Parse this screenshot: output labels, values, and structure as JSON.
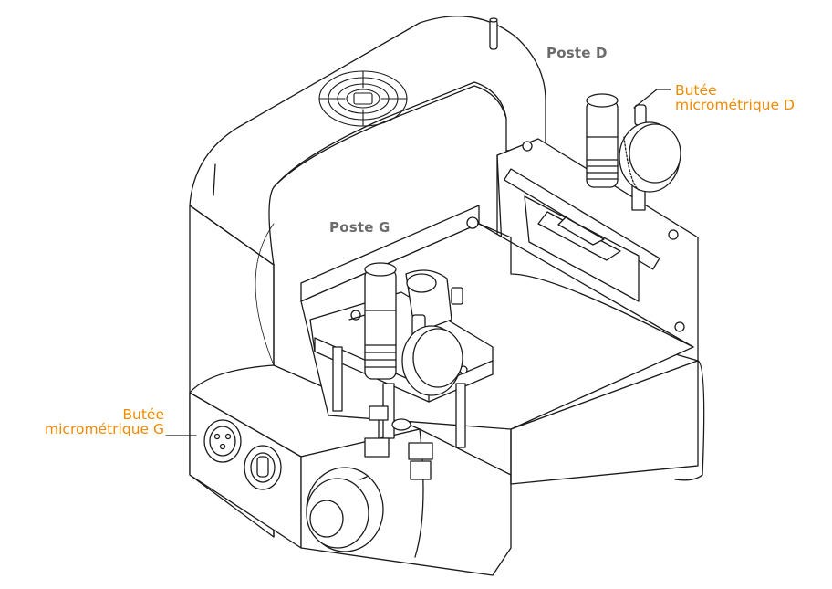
{
  "labels": {
    "station_d": "Poste D",
    "station_g": "Poste G",
    "stop_d_line1": "Butée",
    "stop_d_line2": "micrométrique D",
    "stop_g_line1": "Butée",
    "stop_g_line2": "micrométrique G"
  },
  "colors": {
    "accent": "#f08a00",
    "station_text": "#6b6b6b",
    "line": "#1a1a1a"
  }
}
